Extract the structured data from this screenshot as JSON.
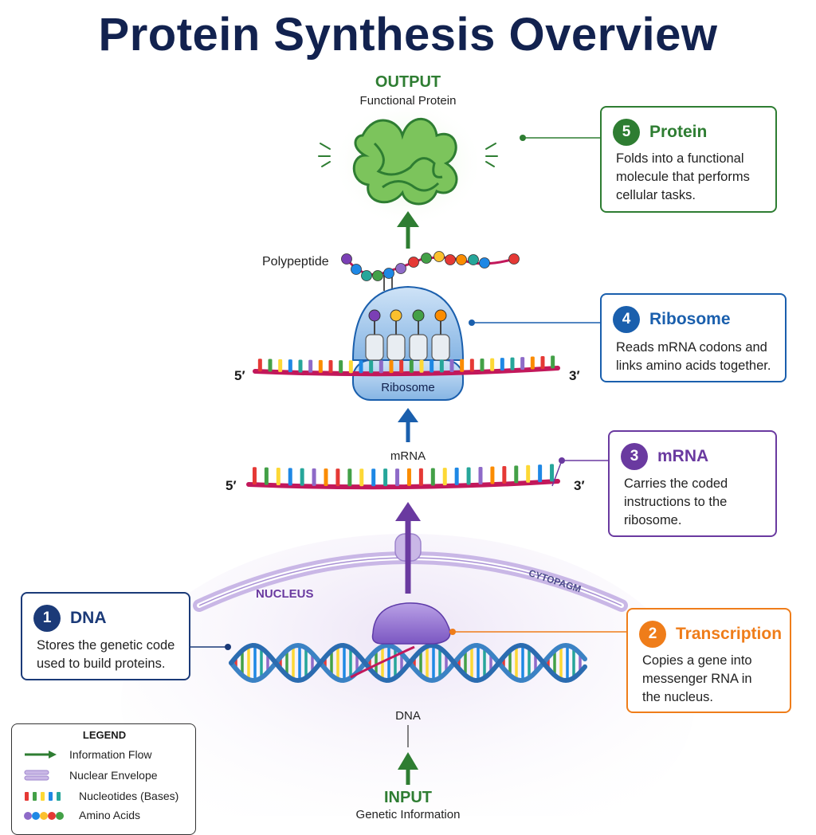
{
  "title": "Protein Synthesis Overview",
  "output": {
    "heading": "OUTPUT",
    "sub": "Functional Protein"
  },
  "input": {
    "heading": "INPUT",
    "sub": "Genetic Information"
  },
  "labels": {
    "polypeptide": "Polypeptide",
    "ribosome": "Ribosome",
    "mrna": "mRNA",
    "nucleus": "NUCLEUS",
    "cytoplasm": "CYTOPAGM",
    "dna": "DNA",
    "five_prime": "5′",
    "three_prime": "3′"
  },
  "steps": [
    {
      "num": "1",
      "name": "DNA",
      "desc": "Stores the genetic code used to build proteins.",
      "color": "#1b3a78"
    },
    {
      "num": "2",
      "name": "Transcription",
      "desc": "Copies a gene into messenger RNA in the nucleus.",
      "color": "#ef7d1a"
    },
    {
      "num": "3",
      "name": "mRNA",
      "desc": "Carries the coded instructions to the ribosome.",
      "color": "#6a3aa0"
    },
    {
      "num": "4",
      "name": "Ribosome",
      "desc": "Reads mRNA codons and links amino acids together.",
      "color": "#1a5fad"
    },
    {
      "num": "5",
      "name": "Protein",
      "desc": "Folds into a functional molecule that performs cellular tasks.",
      "color": "#2e7d32"
    }
  ],
  "legend": {
    "title": "LEGEND",
    "items": [
      "Information Flow",
      "Nuclear Envelope",
      "Nucleotides (Bases)",
      "Amino Acids"
    ]
  },
  "colors": {
    "flow_arrow": "#2e7d32",
    "mrna_strand": "#c2185b",
    "dna_strand": "#3b82c4",
    "nuclear_envelope": "#b9a4dc",
    "ribosome": "#9cc3ea"
  }
}
